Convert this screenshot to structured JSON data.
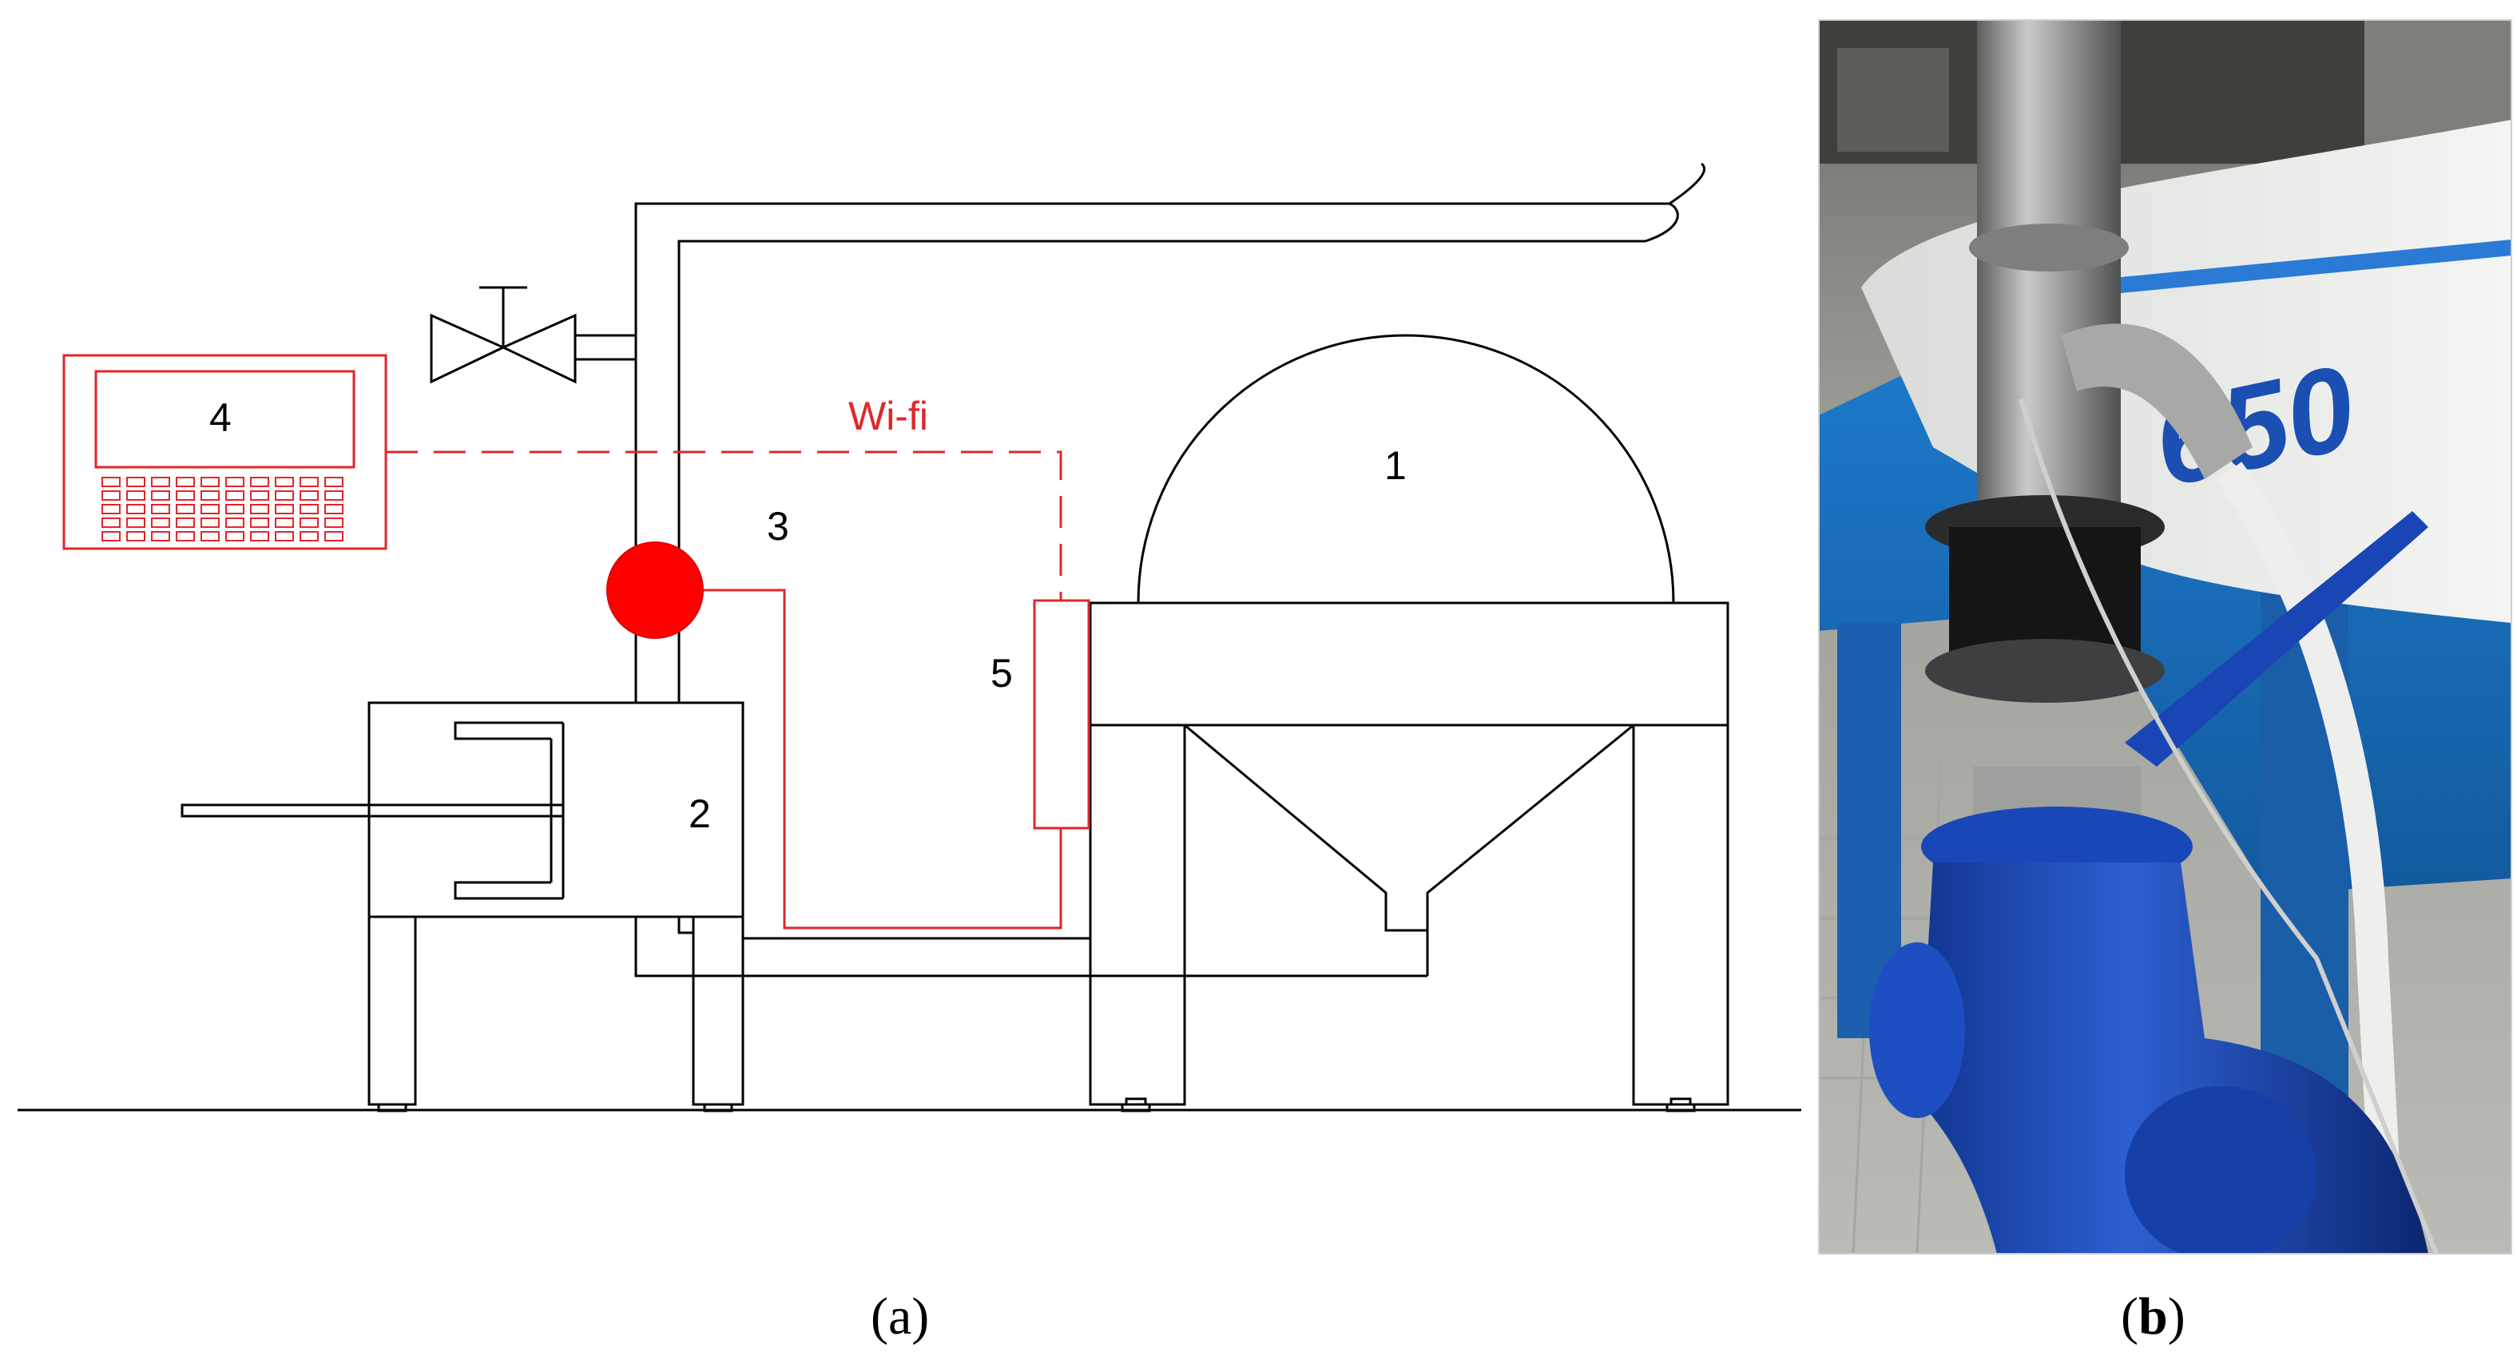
{
  "diagram": {
    "labels": {
      "centrifuge": "1",
      "pump": "2",
      "sensor": "3",
      "terminal": "4",
      "transmitter": "5"
    },
    "wireless_link": "Wi-fi",
    "colors": {
      "line": "#000000",
      "signal": "#e0262a",
      "sensor_fill": "#ff0000"
    }
  },
  "captions": {
    "a": {
      "open": "(",
      "letter": "a",
      "close": ")"
    },
    "b": {
      "open": "(",
      "letter": "b",
      "close": ")"
    }
  },
  "photo": {
    "brand_fragment": "650"
  }
}
